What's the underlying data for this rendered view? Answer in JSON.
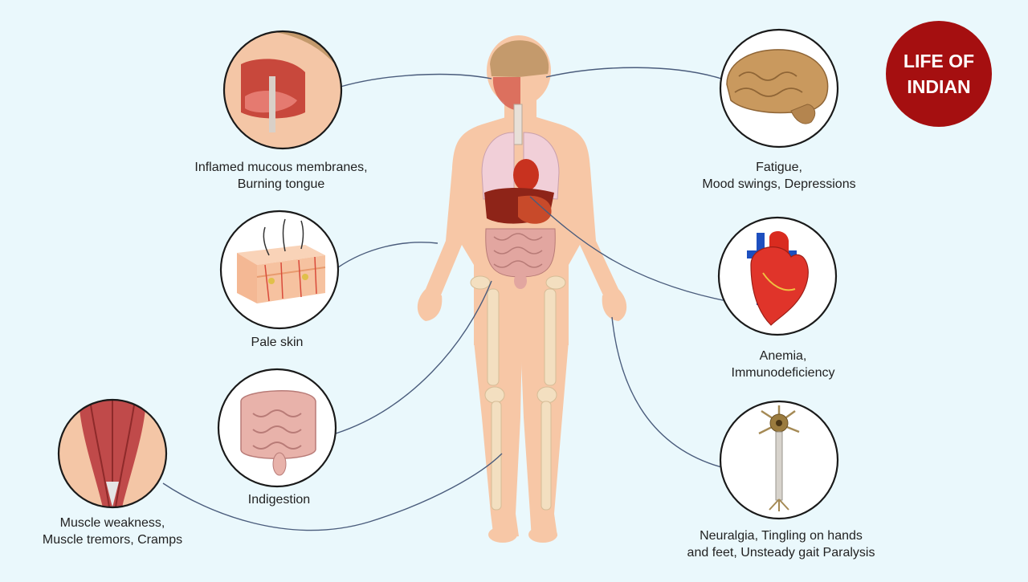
{
  "badge": {
    "line1": "LIFE OF",
    "line2": "INDIAN",
    "color": "#a50f10"
  },
  "colors": {
    "background": "#eaf8fc",
    "connector": "#4a5c7c",
    "skin": "#f7c7a6",
    "bone": "#f3dfc0"
  },
  "symptoms": {
    "mucous": {
      "line1": "Inflamed mucous membranes,",
      "line2": "Burning tongue",
      "icon": "mouth-cross-section-icon"
    },
    "skin": {
      "line1": "Pale skin",
      "icon": "skin-layers-icon"
    },
    "indigestion": {
      "line1": "Indigestion",
      "icon": "intestines-icon"
    },
    "muscle": {
      "line1": "Muscle weakness,",
      "line2": "Muscle tremors, Cramps",
      "icon": "muscle-icon"
    },
    "brain": {
      "line1": "Fatigue,",
      "line2": "Mood swings, Depressions",
      "icon": "brain-icon"
    },
    "heart": {
      "line1": "Anemia,",
      "line2": "Immunodeficiency",
      "icon": "heart-icon"
    },
    "nerve": {
      "line1": "Neuralgia, Tingling on hands",
      "line2": "and feet, Unsteady gait Paralysis",
      "icon": "neuron-icon"
    }
  }
}
